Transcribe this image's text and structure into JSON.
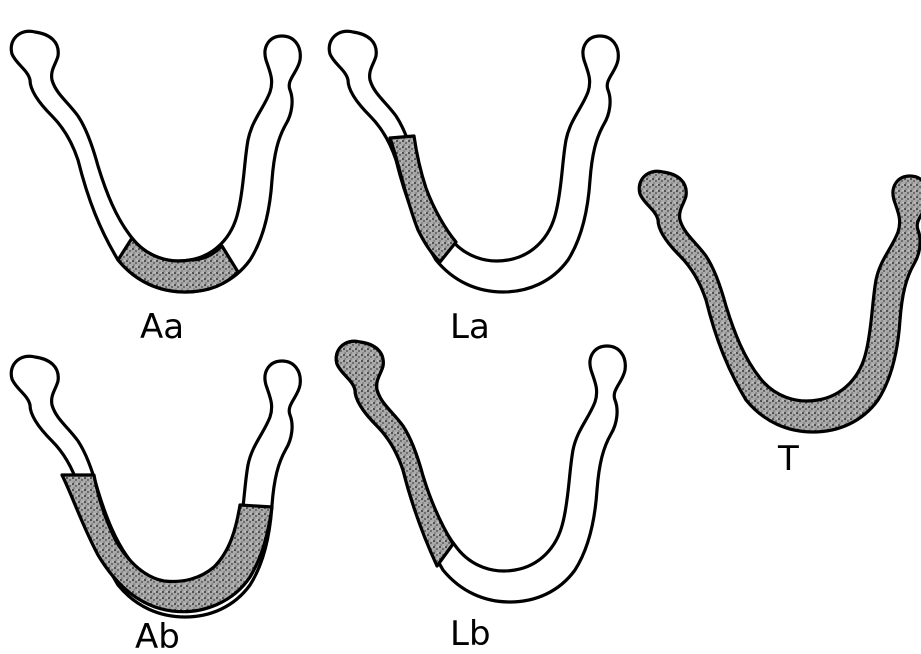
{
  "figure": {
    "colors": {
      "ink": "#000000",
      "paper": "#ffffff",
      "shading": "#8c8c8c"
    },
    "panels": [
      {
        "id": "Aa",
        "label": "Aa",
        "shaded_region": "anterior-central"
      },
      {
        "id": "La",
        "label": "La",
        "shaded_region": "left-body"
      },
      {
        "id": "T",
        "label": "T",
        "shaded_region": "total"
      },
      {
        "id": "Ab",
        "label": "Ab",
        "shaded_region": "anterior-extended"
      },
      {
        "id": "Lb",
        "label": "Lb",
        "shaded_region": "left-ramus-and-body"
      }
    ]
  }
}
